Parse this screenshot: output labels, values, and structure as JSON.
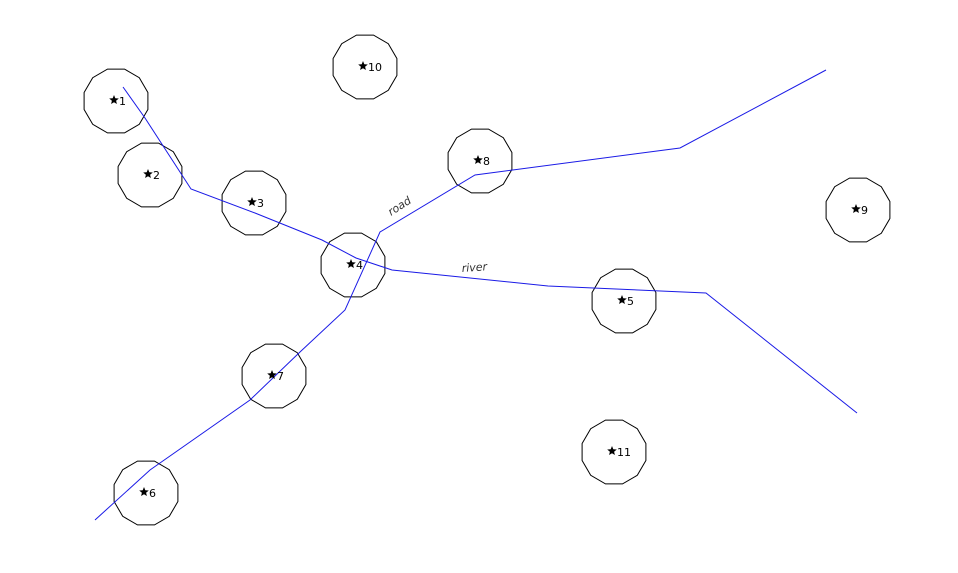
{
  "map": {
    "line_color": "#1a1ae6",
    "buffer_stroke": "#000000",
    "point_symbol": "star-icon",
    "points": [
      {
        "id": "1",
        "label": "1"
      },
      {
        "id": "2",
        "label": "2"
      },
      {
        "id": "3",
        "label": "3"
      },
      {
        "id": "4",
        "label": "4"
      },
      {
        "id": "5",
        "label": "5"
      },
      {
        "id": "6",
        "label": "6"
      },
      {
        "id": "7",
        "label": "7"
      },
      {
        "id": "8",
        "label": "8"
      },
      {
        "id": "9",
        "label": "9"
      },
      {
        "id": "10",
        "label": "10"
      },
      {
        "id": "11",
        "label": "11"
      }
    ],
    "lines": [
      {
        "id": "road",
        "label": "road"
      },
      {
        "id": "river",
        "label": "river"
      }
    ]
  }
}
